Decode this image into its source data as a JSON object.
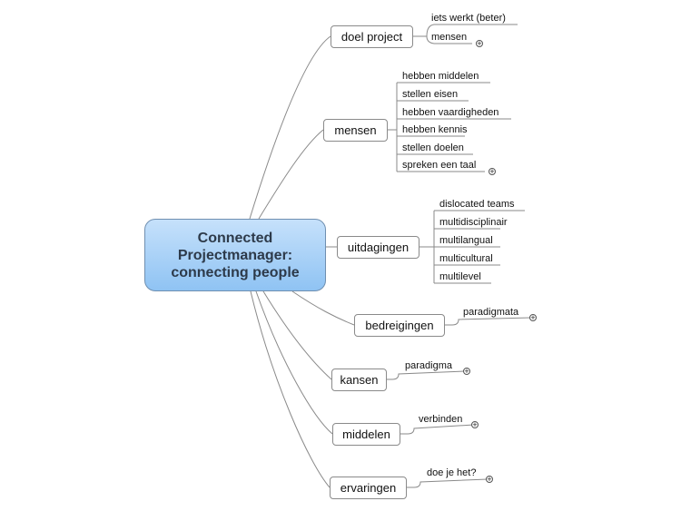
{
  "central": {
    "title": "Connected\nProjectmanager:\nconnecting people"
  },
  "branches": [
    {
      "label": "doel project",
      "leaves": [
        "iets werkt (beter)",
        "mensen"
      ]
    },
    {
      "label": "mensen",
      "leaves": [
        "hebben middelen",
        "stellen eisen",
        "hebben vaardigheden",
        "hebben kennis",
        "stellen doelen",
        "spreken een taal"
      ]
    },
    {
      "label": "uitdagingen",
      "leaves": [
        "dislocated teams",
        "multidisciplinair",
        "multilangual",
        "multicultural",
        "multilevel"
      ]
    },
    {
      "label": "bedreigingen",
      "leaves": [
        "paradigmata"
      ]
    },
    {
      "label": "kansen",
      "leaves": [
        "paradigma"
      ]
    },
    {
      "label": "middelen",
      "leaves": [
        "verbinden"
      ]
    },
    {
      "label": "ervaringen",
      "leaves": [
        "doe je het?"
      ]
    }
  ],
  "expand_glyph": "+",
  "colors": {
    "central_fill_top": "#c6e1fb",
    "central_fill_bottom": "#8fc3f3",
    "line": "#8a8a8a"
  }
}
